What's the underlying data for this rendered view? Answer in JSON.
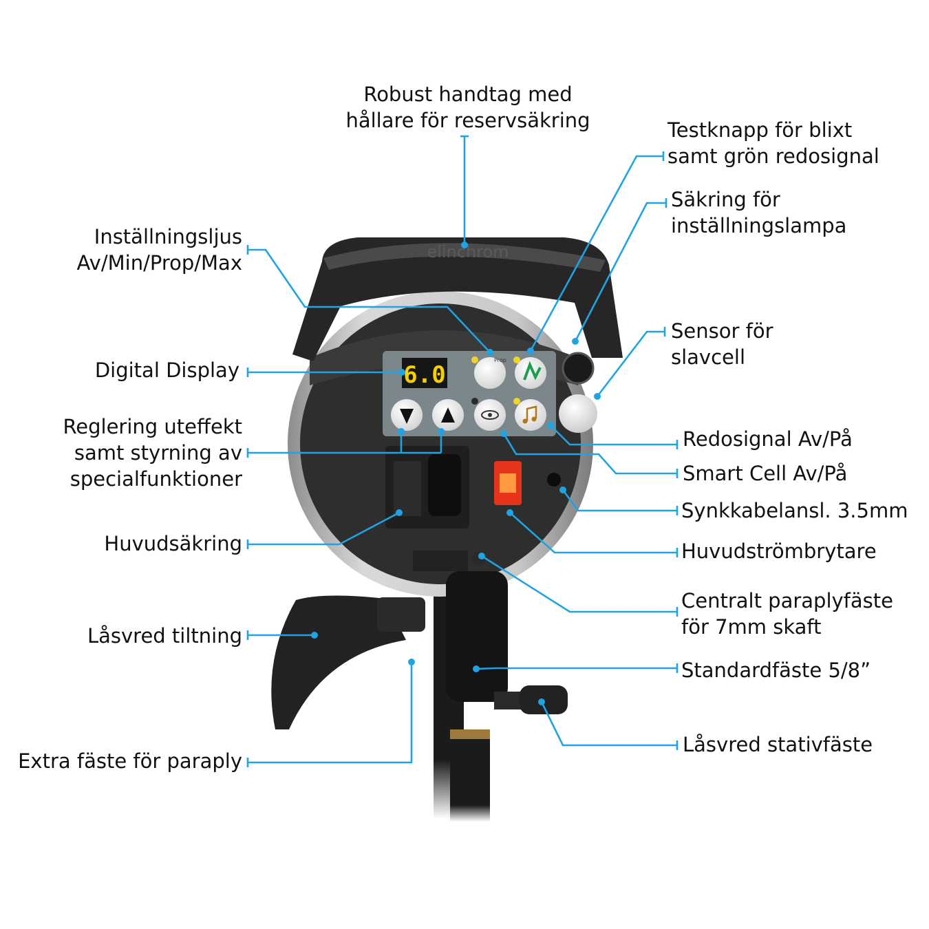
{
  "brand": "elinchrom",
  "display_value": "6.0",
  "prop_label": "Prop",
  "colors": {
    "leader": "#1fa3e3",
    "display_digits": "#f4d000",
    "power_switch": "#e8341a",
    "ready_light": "#f1d32a"
  },
  "labels": {
    "handle": [
      "Robust handtag med",
      "hållare för reservsäkring"
    ],
    "test_button": [
      "Testknapp för blixt",
      "samt grön redosignal"
    ],
    "modeling_fuse": [
      "Säkring för",
      "inställningslampa"
    ],
    "modeling_light": [
      "Inställningsljus",
      "Av/Min/Prop/Max"
    ],
    "slave_sensor": [
      "Sensor för",
      "slavcell"
    ],
    "digital_display": "Digital Display",
    "power_control": [
      "Reglering uteffekt",
      "samt styrning av",
      "specialfunktioner"
    ],
    "ready_signal": "Redosignal Av/På",
    "smart_cell": "Smart Cell Av/På",
    "sync_socket": "Synkkabelansl. 3.5mm",
    "main_fuse": "Huvudsäkring",
    "main_switch": "Huvudströmbrytare",
    "umbrella_mount": [
      "Centralt paraplyfäste",
      "för 7mm skaft"
    ],
    "tilt_lock": "Låsvred tiltning",
    "standard_mount": "Standardfäste 5/8”",
    "stand_lock": "Låsvred stativfäste",
    "extra_umbrella": "Extra fäste för paraply"
  }
}
